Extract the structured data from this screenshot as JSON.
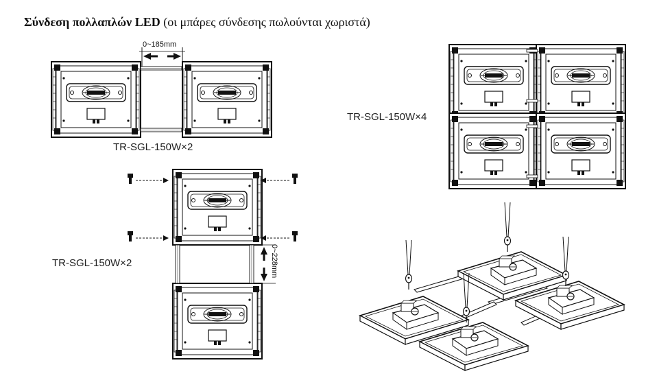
{
  "title": {
    "bold": "Σύνδεση πολλαπλών LED",
    "rest": " (οι μπάρες σύνδεσης πωλούνται χωριστά)"
  },
  "diagrams": {
    "horizontal": {
      "label": "TR-SGL-150W×2",
      "gap": "0~185mm"
    },
    "vertical": {
      "label": "TR-SGL-150W×2",
      "gap": "0~228mm"
    },
    "grid": {
      "label": "TR-SGL-150W×4"
    },
    "isometric": {}
  },
  "colors": {
    "line": "#111111",
    "background": "#ffffff"
  }
}
